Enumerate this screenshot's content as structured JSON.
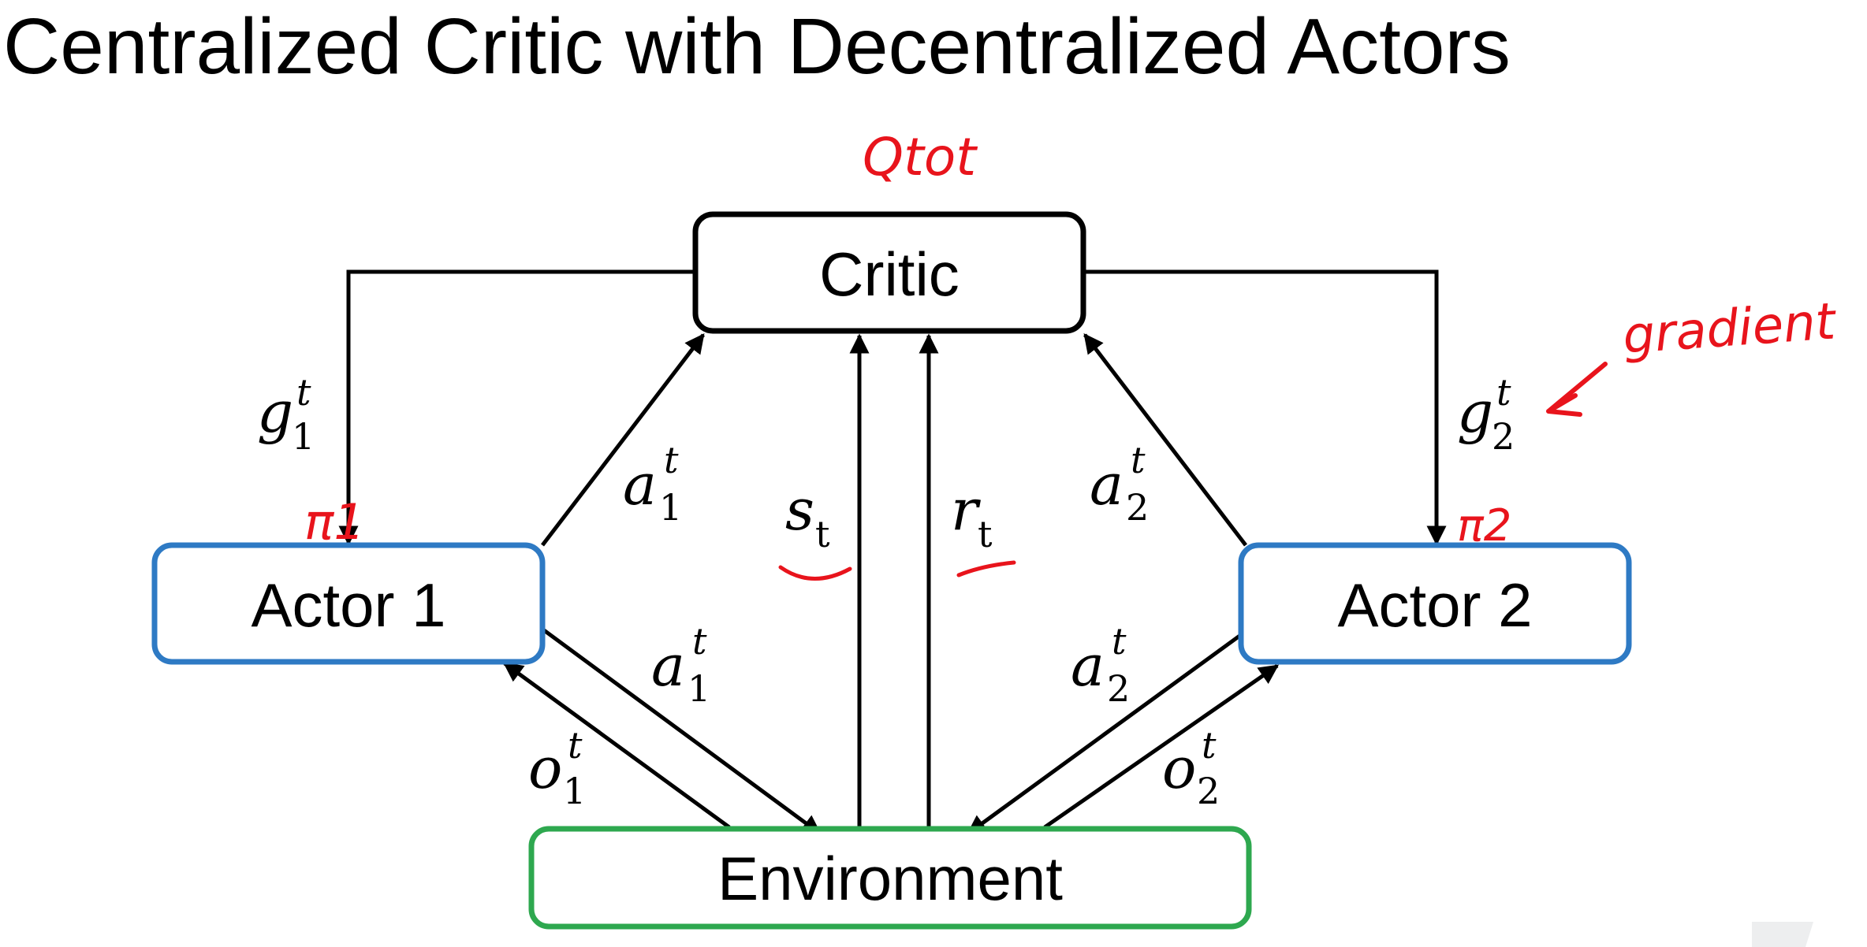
{
  "title": "Centralized Critic with Decentralized Actors",
  "nodes": {
    "critic": "Critic",
    "actor1": "Actor 1",
    "actor2": "Actor 2",
    "environment": "Environment"
  },
  "edge_labels": {
    "g1": {
      "base": "g",
      "sub": "1",
      "sup": "t"
    },
    "g2": {
      "base": "g",
      "sub": "2",
      "sup": "t"
    },
    "a1_critic": {
      "base": "a",
      "sub": "1",
      "sup": "t"
    },
    "a2_critic": {
      "base": "a",
      "sub": "2",
      "sup": "t"
    },
    "a1_env": {
      "base": "a",
      "sub": "1",
      "sup": "t"
    },
    "a2_env": {
      "base": "a",
      "sub": "2",
      "sup": "t"
    },
    "o1": {
      "base": "o",
      "sub": "1",
      "sup": "t"
    },
    "o2": {
      "base": "o",
      "sub": "2",
      "sup": "t"
    },
    "s": {
      "base": "s",
      "sub": "t"
    },
    "r": {
      "base": "r",
      "sub": "t"
    }
  },
  "annotations": {
    "critic_note": "Qtot",
    "pi1": "π1",
    "pi2": "π2",
    "gradient_note": "gradient"
  },
  "colors": {
    "critic_border": "#000000",
    "actor_border": "#2e7ac4",
    "environment_border": "#2ea84f",
    "annotation": "#e8141c"
  }
}
